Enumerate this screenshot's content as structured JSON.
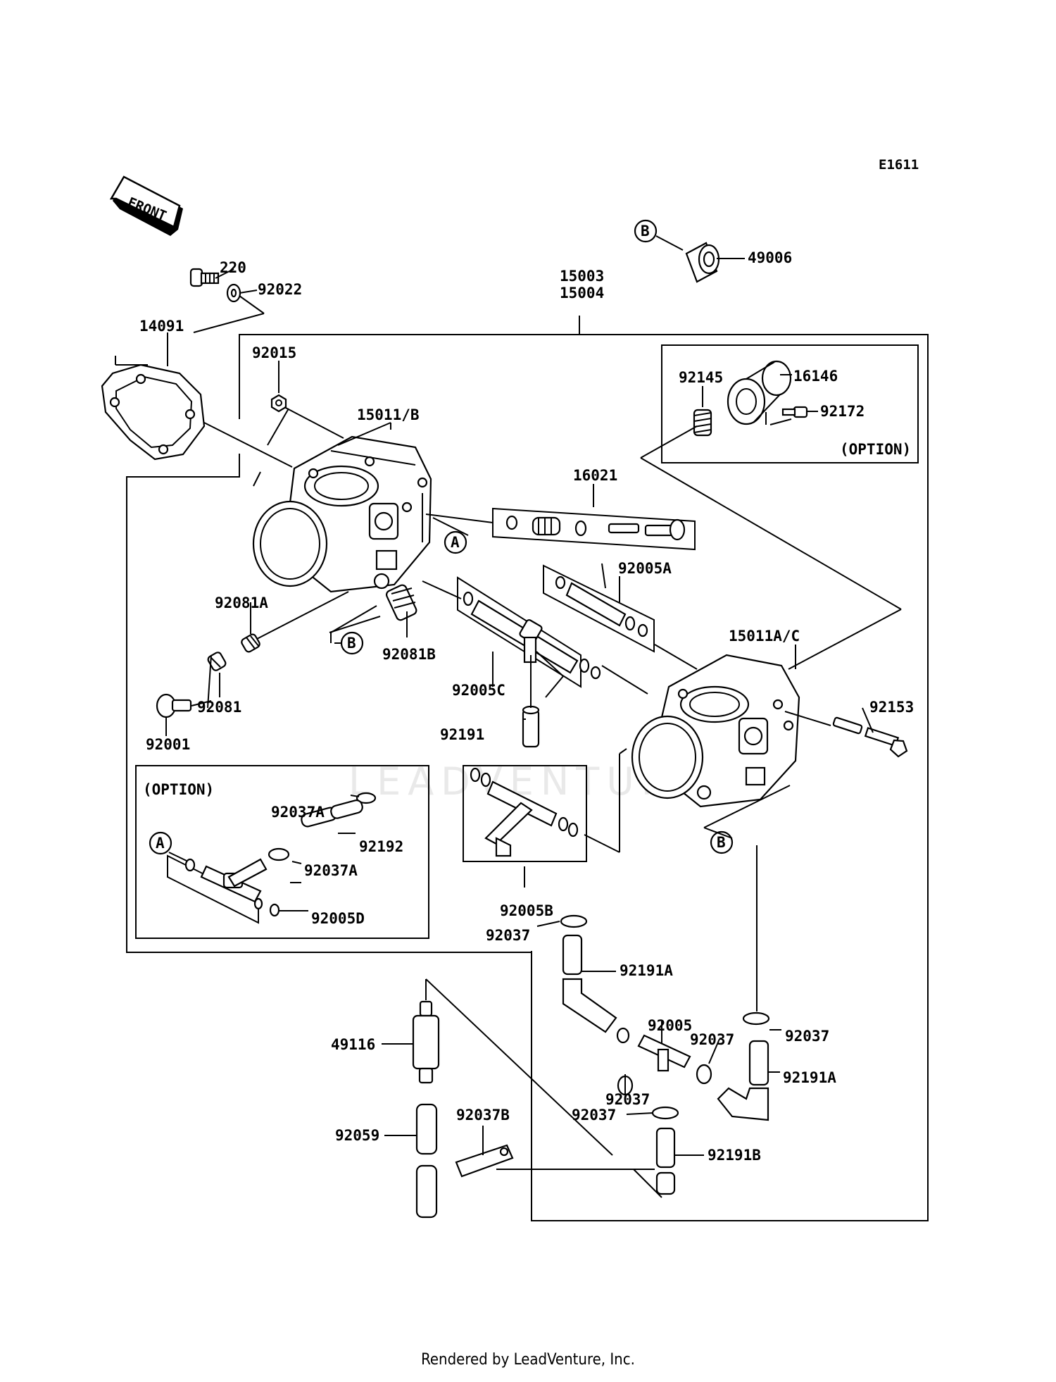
{
  "diagram": {
    "code": "E1611",
    "front_label": "FRONT",
    "watermark": "LEADVENTURE",
    "footer": "Rendered by LeadVenture, Inc.",
    "callout_letters": {
      "a": "A",
      "b": "B"
    },
    "labels": {
      "p220": "220",
      "p92022": "92022",
      "p14091": "14091",
      "p15003": "15003",
      "p15004": "15004",
      "p49006": "49006",
      "p92015": "92015",
      "p15011b": "15011/B",
      "p92145": "92145",
      "p16146": "16146",
      "p92172": "92172",
      "option_top": "(OPTION)",
      "p16021": "16021",
      "p92005a": "92005A",
      "p15011ac": "15011A/C",
      "p92081a": "92081A",
      "p92081b": "92081B",
      "p92081": "92081",
      "p92001": "92001",
      "p92005c": "92005C",
      "p92191": "92191",
      "p92153": "92153",
      "option_left": "(OPTION)",
      "p92037a_1": "92037A",
      "p92192": "92192",
      "p92037a_2": "92037A",
      "p92005d": "92005D",
      "p92005b": "92005B",
      "p92037_1": "92037",
      "p92191a_1": "92191A",
      "p92005": "92005",
      "p92037_2": "92037",
      "p92037_3": "92037",
      "p92191a_2": "92191A",
      "p92037_4": "92037",
      "p92037_5": "92037",
      "p49116": "49116",
      "p92059": "92059",
      "p92037b": "92037B",
      "p92191b": "92191B"
    }
  }
}
